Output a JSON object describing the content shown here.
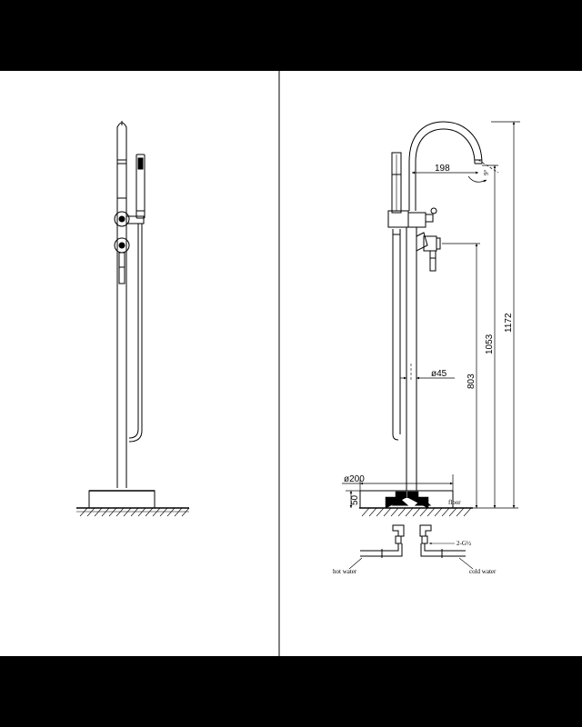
{
  "dimensions": {
    "spout_reach": "198",
    "total_height": "1172",
    "spout_height": "1053",
    "handle_height": "803",
    "pipe_diameter": "ø45",
    "base_diameter": "ø200",
    "base_height": "50",
    "angle_mark": "9°"
  },
  "labels": {
    "floor": "floor",
    "hot_water": "hot water",
    "cold_water": "cold water",
    "fitting": "2-G½"
  },
  "colors": {
    "band": "#000000",
    "sheet": "#ffffff",
    "line": "#000000"
  }
}
